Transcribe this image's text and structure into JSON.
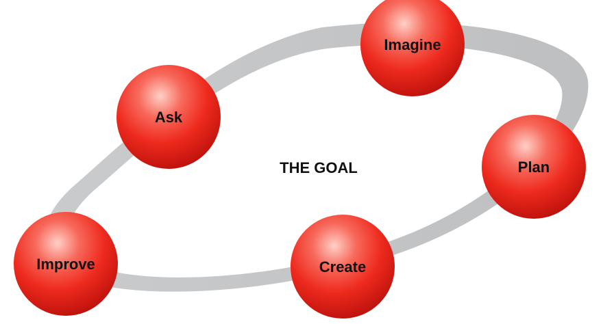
{
  "diagram": {
    "center_label": "THE GOAL",
    "steps": [
      {
        "id": "ask",
        "label": "Ask"
      },
      {
        "id": "imagine",
        "label": "Imagine"
      },
      {
        "id": "plan",
        "label": "Plan"
      },
      {
        "id": "create",
        "label": "Create"
      },
      {
        "id": "improve",
        "label": "Improve"
      }
    ]
  },
  "colors": {
    "ring": "#c4c6c8",
    "node_light": "#ffd0c8",
    "node_mid": "#f23a2c",
    "node_dark": "#b80f0a",
    "text": "#111111"
  }
}
